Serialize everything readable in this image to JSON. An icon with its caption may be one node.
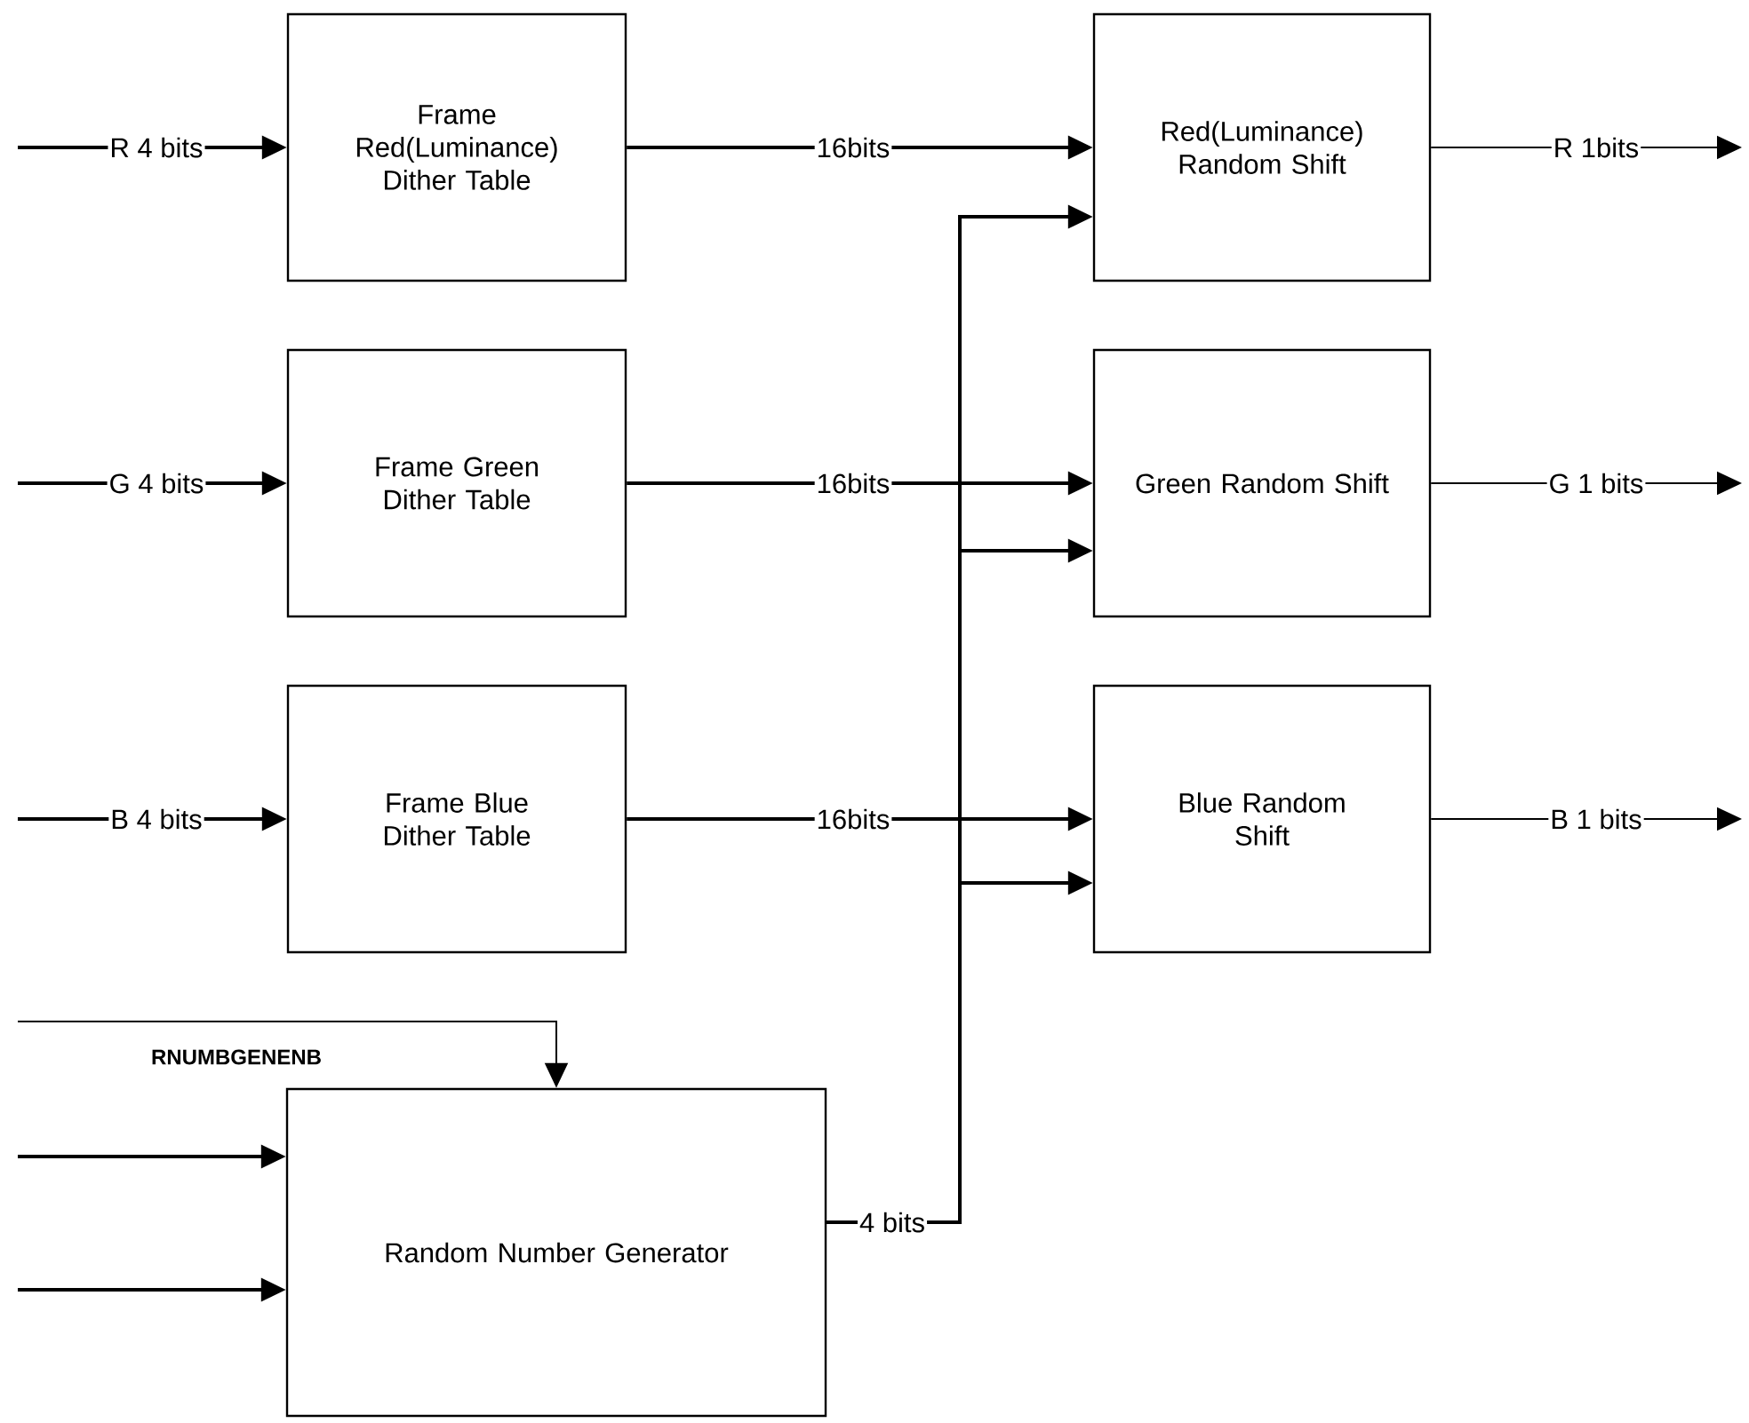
{
  "diagram": {
    "nodes": [
      {
        "text": [
          "Frame Red(Luminance) Dither Table"
        ]
      },
      {
        "text": [
          "Red(Luminance) Random Shift"
        ]
      },
      {
        "text": [
          "Frame Green Dither Table"
        ]
      },
      {
        "text": [
          "Green Random Shift"
        ]
      },
      {
        "text": [
          "Frame Blue Dither Table"
        ]
      },
      {
        "text": [
          "Blue Random Shift"
        ]
      },
      {
        "text": [
          "Random Number Generator"
        ]
      }
    ],
    "edges": [
      {
        "from": null,
        "to": 0,
        "arrow": "to",
        "label": "R 4 bits"
      },
      {
        "from": null,
        "to": 2,
        "arrow": "to",
        "label": "G 4 bits"
      },
      {
        "from": null,
        "to": 4,
        "arrow": "to",
        "label": "B 4 bits"
      },
      {
        "from": 0,
        "to": 1,
        "arrow": "to",
        "label": "16bits"
      },
      {
        "from": 2,
        "to": 3,
        "arrow": "to",
        "label": "16bits"
      },
      {
        "from": 4,
        "to": 5,
        "arrow": "to",
        "label": "16bits"
      },
      {
        "from": 6,
        "to": 1,
        "arrow": "to",
        "label": "4 bits"
      },
      {
        "from": 6,
        "to": 3,
        "arrow": "to"
      },
      {
        "from": 6,
        "to": 5,
        "arrow": "to"
      },
      {
        "from": 1,
        "to": null,
        "arrow": "to",
        "label": "R 1bits"
      },
      {
        "from": 3,
        "to": null,
        "arrow": "to",
        "label": "G 1 bits"
      },
      {
        "from": 5,
        "to": null,
        "arrow": "to",
        "label": "B 1 bits"
      },
      {
        "from": null,
        "to": 6,
        "arrow": "to",
        "label": "RNUMBGENENB"
      },
      {
        "from": null,
        "to": 6,
        "arrow": "to"
      },
      {
        "from": null,
        "to": 6,
        "arrow": "to"
      }
    ]
  }
}
